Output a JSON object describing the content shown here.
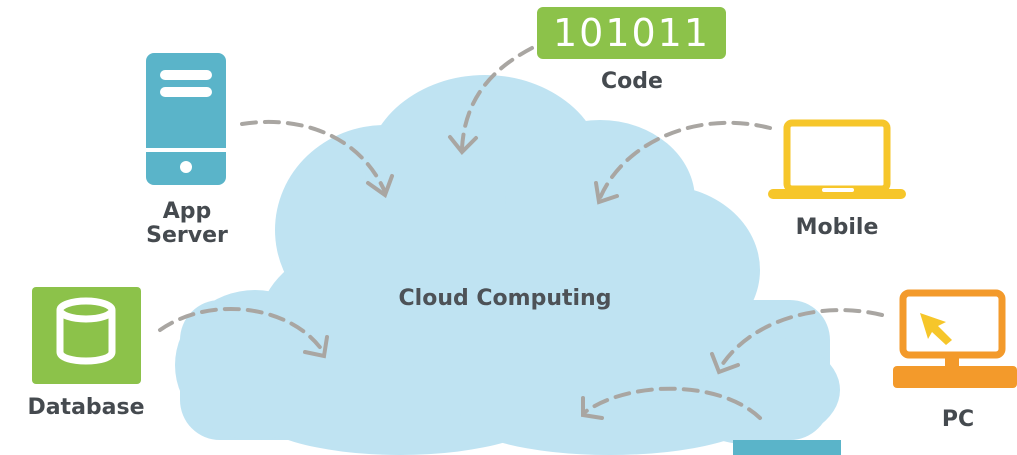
{
  "diagram": {
    "center": "Cloud Computing",
    "code_badge": "101011",
    "nodes": {
      "code": "Code",
      "app_server": [
        "App",
        "Server"
      ],
      "mobile": "Mobile",
      "database": "Database",
      "pc": "PC"
    }
  },
  "colors": {
    "cloud": "#bfe3f2",
    "server": "#5ab4c9",
    "green": "#8cc24a",
    "mobile": "#f6c62a",
    "pc": "#f39a2b",
    "arrows": "#a9a6a2",
    "label_text": "#454a4f"
  },
  "icons": [
    "app-server-icon",
    "database-icon",
    "laptop-icon",
    "desktop-pc-icon"
  ]
}
